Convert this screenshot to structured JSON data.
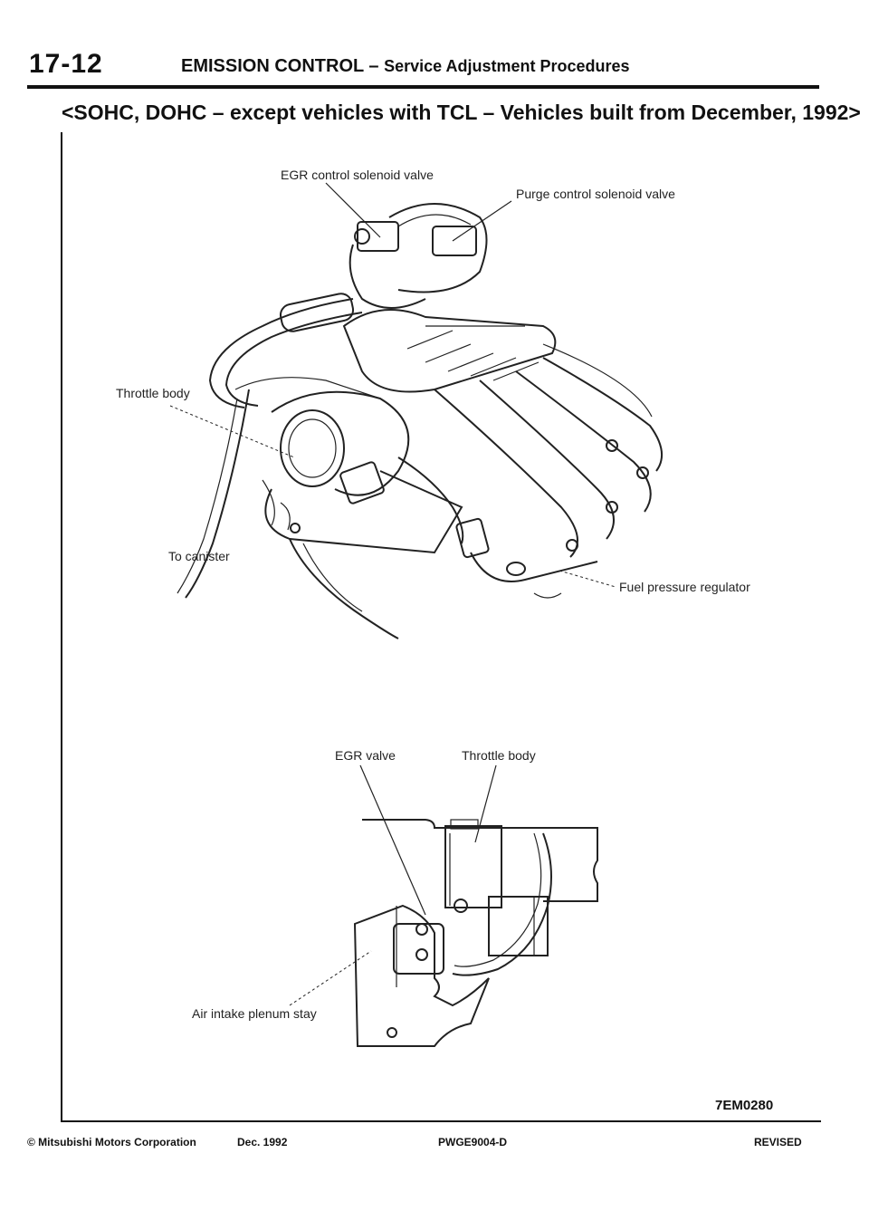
{
  "header": {
    "page_number": "17-12",
    "section_main": "EMISSION CONTROL – ",
    "section_sub": "Service Adjustment Procedures",
    "subtitle": "<SOHC, DOHC – except vehicles with TCL – Vehicles built from December, 1992>"
  },
  "figure_top": {
    "labels": {
      "egr_solenoid": "EGR control solenoid valve",
      "purge_solenoid": "Purge control solenoid valve",
      "throttle_body": "Throttle body",
      "to_canister": "To canister",
      "fuel_regulator": "Fuel pressure regulator"
    }
  },
  "figure_bottom": {
    "labels": {
      "egr_valve": "EGR valve",
      "throttle_body": "Throttle body",
      "plenum_stay": "Air intake plenum stay"
    }
  },
  "figure_code": "7EM0280",
  "footer": {
    "copyright": "© Mitsubishi Motors Corporation",
    "date": "Dec. 1992",
    "doc_id": "PWGE9004-D",
    "status": "REVISED"
  }
}
